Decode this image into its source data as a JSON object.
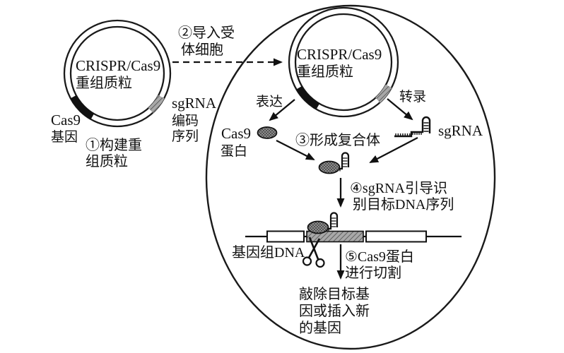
{
  "diagram": {
    "type": "biology-process-diagram",
    "topic": "CRISPR/Cas9 gene editing workflow",
    "left_plasmid": {
      "name_line1": "CRISPR/Cas9",
      "name_line2": "重组质粒",
      "cas9_gene_label_line1": "Cas9",
      "cas9_gene_label_line2": "基因",
      "sgrna_coding_label_line1": "sgRNA",
      "sgrna_coding_label_line2": "编码",
      "sgrna_coding_label_line3": "序列"
    },
    "cell_plasmid": {
      "name_line1": "CRISPR/Cas9",
      "name_line2": "重组质粒"
    },
    "steps": {
      "step1_line1": "①构建重",
      "step1_line2": "组质粒",
      "step2_line1": "②导入受",
      "step2_line2": "体细胞",
      "step3": "③形成复合体",
      "step4_line1": "④sgRNA引导识",
      "step4_line2": "别目标DNA序列",
      "step5_line1": "⑤Cas9蛋白",
      "step5_line2": "进行切割"
    },
    "labels": {
      "express": "表达",
      "transcribe": "转录",
      "cas9_protein_line1": "Cas9",
      "cas9_protein_line2": "蛋白",
      "sgrna": "sgRNA",
      "genome_dna": "基因组DNA",
      "result_line1": "敲除目标基",
      "result_line2": "因或插入新",
      "result_line3": "的基因"
    },
    "colors": {
      "line": "#1a1a1a",
      "segment_black": "#111111",
      "segment_gray": "#9a9a9a",
      "protein_gray": "#8c8c8c",
      "target_dna_gray": "#a8a8a8",
      "background": "#ffffff"
    }
  }
}
